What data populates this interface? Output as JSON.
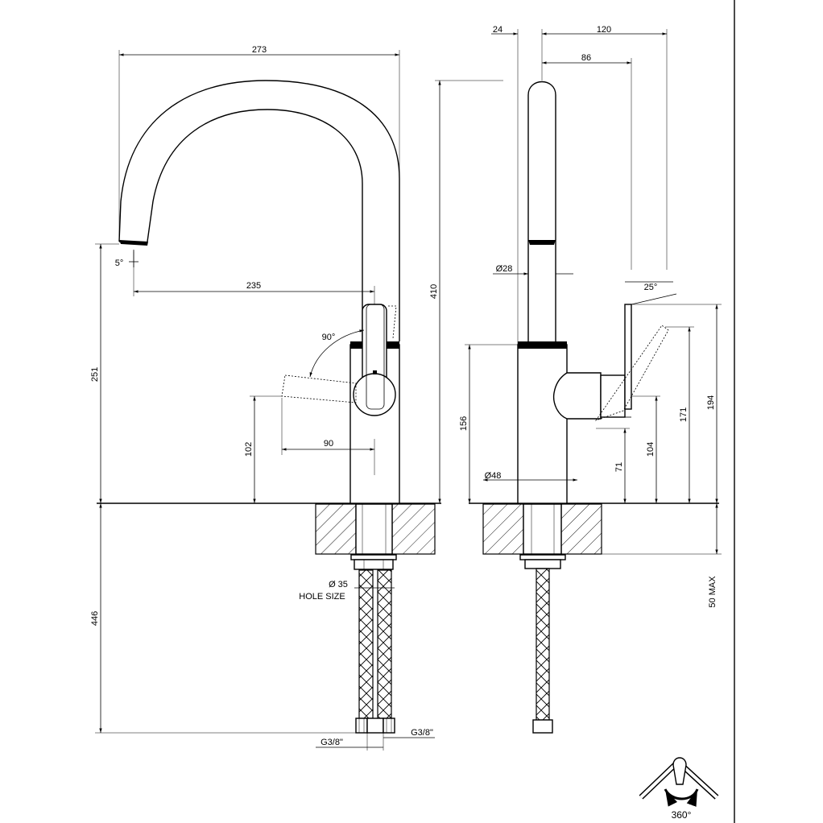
{
  "title": "",
  "front_view": {
    "dim_spout_reach": "273",
    "dim_spout_outlet": "235",
    "dim_total_height": "251",
    "dim_handle_height": "102",
    "dim_handle_offset": "90",
    "dim_handle_rotation": "90°",
    "dim_outlet_angle": "5°",
    "dim_below_counter": "446",
    "hole_diameter": "Ø 35",
    "hole_label": "HOLE SIZE",
    "connection_left": "G3/8\"",
    "connection_right": "G3/8\""
  },
  "side_view": {
    "dim_top_offset": "24",
    "dim_handle_reach": "120",
    "dim_spout_depth": "86",
    "dim_height": "410",
    "dim_spout_diameter": "Ø28",
    "dim_handle_angle": "25°",
    "dim_body_height": "156",
    "dim_body_diameter": "Ø48",
    "dim_handle_low": "71",
    "dim_handle_mid": "104",
    "dim_handle_top": "171",
    "dim_handle_max": "194",
    "dim_counter_max": "50 MAX"
  },
  "rotation_symbol": {
    "label": "360°",
    "icon": "swivel-rotation-icon"
  }
}
